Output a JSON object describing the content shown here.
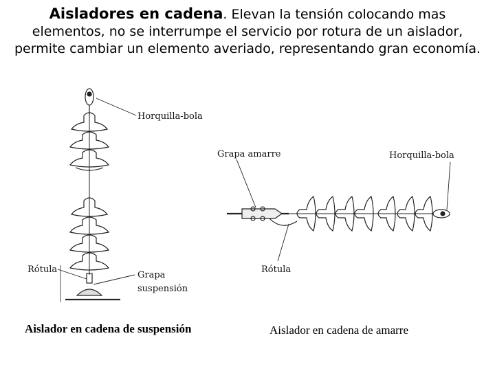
{
  "header": {
    "lead": "Aisladores en cadena",
    "rest": ". Elevan la tensión colocando mas elementos, no se interrumpe el servicio por rotura de un aislador, permite cambiar un elemento averiado, representando gran economía."
  },
  "left_diagram": {
    "label_top": "Horquilla-bola",
    "label_rotula": "Rótula",
    "label_grapa_1": "Grapa",
    "label_grapa_2": "suspensión",
    "caption": "Aislador en cadena de suspensión"
  },
  "right_diagram": {
    "label_grapa": "Grapa amarre",
    "label_horquilla": "Horquilla-bola",
    "label_rotula": "Rótula",
    "caption": "Aislador en cadena de amarre"
  }
}
